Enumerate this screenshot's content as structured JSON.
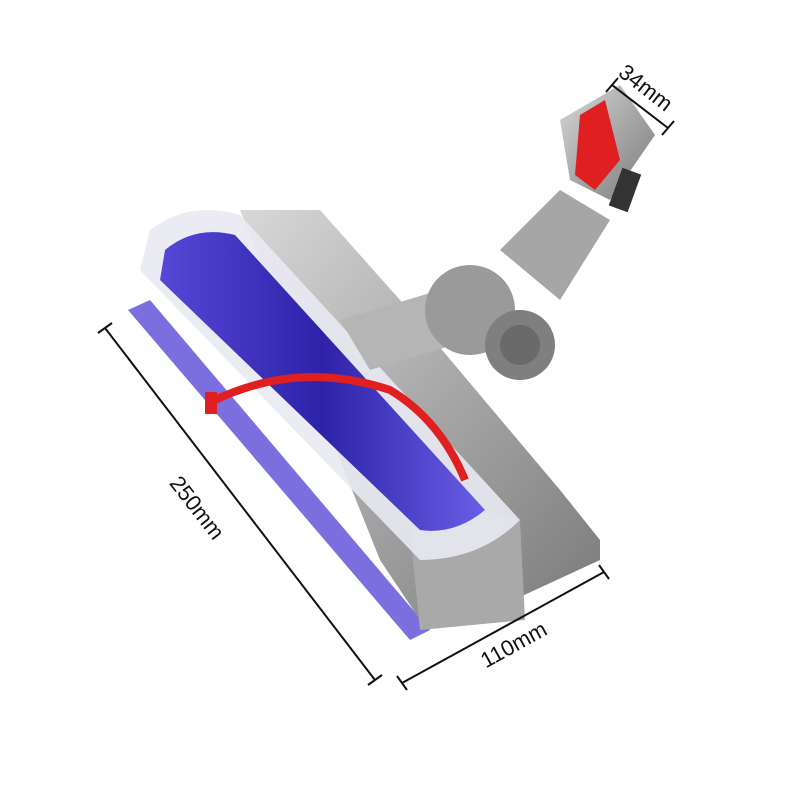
{
  "product": {
    "name": "vacuum-cleaner-roller-head",
    "colors": {
      "body": "#9a9a9a",
      "body_light": "#c9c9c9",
      "roller": "#3a2fb8",
      "accent": "#e02020",
      "pad": "#7b6fe0"
    }
  },
  "dimensions": {
    "neck_width": "34mm",
    "length": "250mm",
    "width": "110mm"
  }
}
